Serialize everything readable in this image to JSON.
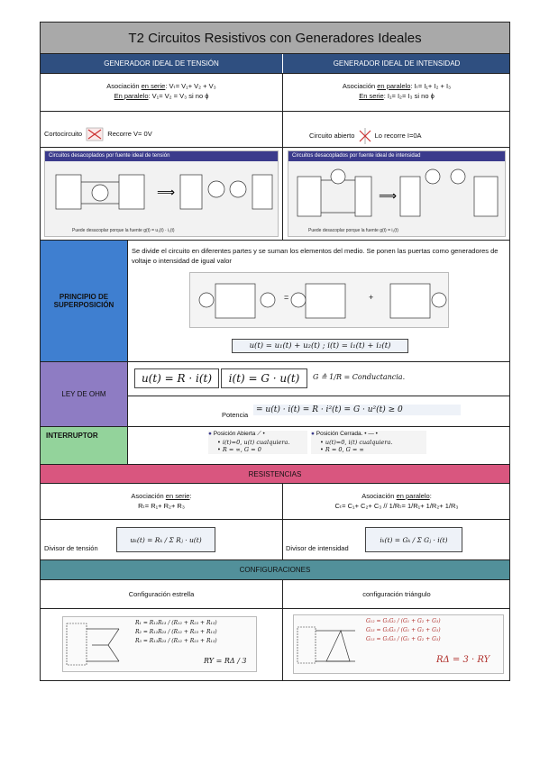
{
  "title": "T2 Circuitos Resistivos con Generadores Ideales",
  "gen_tension": {
    "header": "GENERADOR IDEAL DE TENSIÓN",
    "assoc_prefix": "Asociación ",
    "assoc_serie_word": "en serie",
    "assoc_serie_formula": ": Vₜ= V₁+ V₂ + V₃",
    "assoc_paralelo_word": "En paralelo",
    "assoc_paralelo_formula": ": V₁= V₂ = V₃ si no ϕ",
    "corto_label": "Cortocircuito",
    "corto_text": "Recorre V= 0V",
    "fig_header": "Circuitos desacoplados por fuente ideal de tensión",
    "fig_caption": "Puede desacoplar porque la fuente g(t) = u₁(t) · i₁(t)"
  },
  "gen_intensidad": {
    "header": "GENERADOR IDEAL DE INTENSIDAD",
    "assoc_prefix": "Asociación ",
    "assoc_paralelo_word": "en paralelo",
    "assoc_paralelo_formula": ": Iₜ= I₁+ I₂ + I₃",
    "assoc_serie_word": "En serie",
    "assoc_serie_formula": ": I₁= I₂= I₃  si no ϕ",
    "abierto_label": "Circuito abierto",
    "abierto_text": "Lo recorre I=0A",
    "fig_header": "Circuitos desacoplados por fuente ideal de intensidad",
    "fig_caption": "Puede desacoplar porque la fuente g(t) = i₁(t)"
  },
  "superposicion": {
    "label": "PRINCIPIO DE SUPERPOSICIÓN",
    "text": "Se divide el circuito en diferentes partes y se suman los elementos del medio. Se ponen las puertas como generadores de voltaje o intensidad de igual valor",
    "equation": "u(t) = u₁(t) + u₂(t)  ;  i(t) = i₁(t) + i₂(t)",
    "equals": "=",
    "plus": "+"
  },
  "ohm": {
    "label": "LEY DE OHM",
    "eq1": "u(t) = R · i(t)",
    "eq2": "i(t) = G · u(t)",
    "conductance": "G ≙ 1/R = Conductancia.",
    "potencia_label": "Potencia",
    "potencia_eq": "= u(t) · i(t) = R · i²(t) = G · u²(t) ≥ 0"
  },
  "interruptor": {
    "label": "INTERRUPTOR",
    "abierta_title": "Posición Abierta",
    "abierta_l1": "i(t)=0, u(t) cualquiera.",
    "abierta_l2": "R = ∞, G = 0",
    "cerrada_title": "Posición Cerrada.",
    "cerrada_l1": "u(t)=0, i(t) cualquiera.",
    "cerrada_l2": "R = 0, G = ∞"
  },
  "resistencias": {
    "header": "RESISTENCIAS",
    "serie_prefix": "Asociación ",
    "serie_word": "en serie",
    "serie_colon": ":",
    "serie_formula": "Rₜ= R₁+ R₂+ R₃",
    "paralelo_prefix": "Asociación ",
    "paralelo_word": "en paralelo",
    "paralelo_colon": ":",
    "paralelo_formula": "Cₜ= C₁+ C₂+ C₃ // 1/Rₜ= 1/R₁+ 1/R₂+ 1/R₃",
    "div_tension_label": "Divisor de tensión",
    "div_tension_eq": "uₖ(t) = Rₖ / Σ Rⱼ · u(t)",
    "div_intensidad_label": "Divisor de intensidad",
    "div_intensidad_eq": "iₖ(t) = Gₖ / Σ Gⱼ · i(t)"
  },
  "configuraciones": {
    "header": "CONFIGURACIONES",
    "estrella_label": "Configuración estrella",
    "triangulo_label": "configuración triángulo",
    "estrella_eqs": [
      "R₁ = R₁₂R₁₃ / (R₁₂ + R₂₃ + R₁₃)",
      "R₂ = R₁₂R₂₃ / (R₁₂ + R₂₃ + R₁₃)",
      "R₃ = R₁₃R₂₃ / (R₁₂ + R₂₃ + R₁₃)"
    ],
    "estrella_ry": "RY = RΔ / 3",
    "triangulo_eqs": [
      "G₁₂ = G₁G₂ / (G₁ + G₂ + G₃)",
      "G₂₃ = G₂G₃ / (G₁ + G₂ + G₃)",
      "G₁₃ = G₁G₃ / (G₁ + G₂ + G₃)"
    ],
    "triangulo_rd": "RΔ = 3 · RY"
  },
  "colors": {
    "title_bg": "#a9a9a9",
    "blue_band": "#2f4f80",
    "super_blue": "#3f7fd0",
    "ohm_purple": "#8e7cc3",
    "interruptor_green": "#93d39b",
    "pink_band": "#d9567f",
    "teal_band": "#52909a",
    "red_eq": "#b0302c"
  }
}
